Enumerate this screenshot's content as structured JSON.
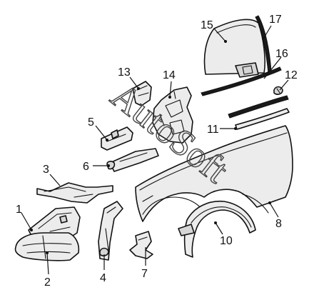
{
  "watermark": "AutoSoft",
  "callouts": [
    {
      "id": "1",
      "label": "1"
    },
    {
      "id": "2",
      "label": "2"
    },
    {
      "id": "3",
      "label": "3"
    },
    {
      "id": "4",
      "label": "4"
    },
    {
      "id": "5",
      "label": "5"
    },
    {
      "id": "6",
      "label": "6"
    },
    {
      "id": "7",
      "label": "7"
    },
    {
      "id": "8",
      "label": "8"
    },
    {
      "id": "10",
      "label": "10"
    },
    {
      "id": "11",
      "label": "11"
    },
    {
      "id": "12",
      "label": "12"
    },
    {
      "id": "13",
      "label": "13"
    },
    {
      "id": "14",
      "label": "14"
    },
    {
      "id": "15",
      "label": "15"
    },
    {
      "id": "16",
      "label": "16"
    },
    {
      "id": "17",
      "label": "17"
    }
  ]
}
